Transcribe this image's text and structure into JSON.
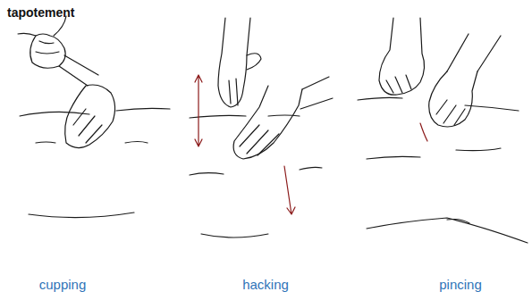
{
  "diagram": {
    "title": "tapotement",
    "labels": [
      "cupping",
      "hacking",
      "pincing"
    ]
  }
}
